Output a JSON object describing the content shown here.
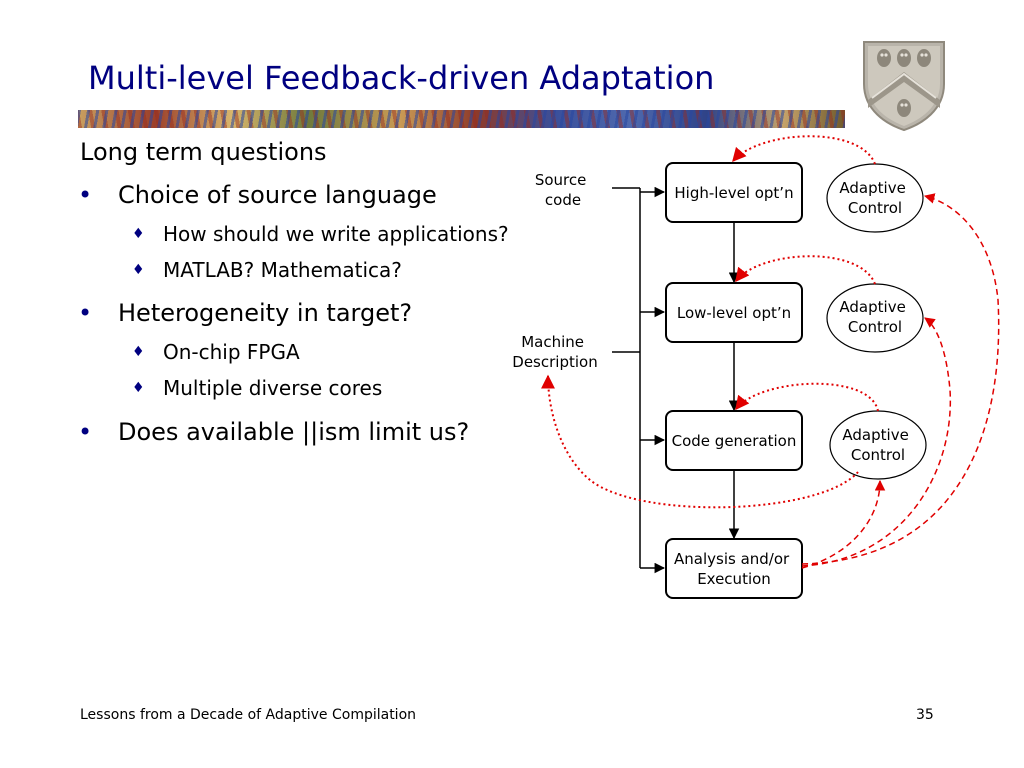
{
  "slide": {
    "title": "Multi-level Feedback-driven Adaptation",
    "heading": "Long term questions",
    "bullets": [
      {
        "text": "Choice of source language",
        "sub": [
          "How should we write applications?",
          "MATLAB?  Mathematica?"
        ]
      },
      {
        "text": "Heterogeneity in target?",
        "sub": [
          "On-chip FPGA",
          "Multiple diverse cores"
        ]
      },
      {
        "text": "Does available ||ism limit us?",
        "sub": []
      }
    ],
    "bullet_glyph": "•",
    "sub_bullet_glyph": "♦"
  },
  "diagram": {
    "inputs": {
      "source": [
        "Source",
        "code"
      ],
      "machine": [
        "Machine",
        "Description"
      ]
    },
    "stages": [
      "High-level opt’n",
      "Low-level opt’n",
      "Code generation",
      [
        "Analysis and/or",
        "Execution"
      ]
    ],
    "controls": [
      [
        "Adaptive",
        "Control"
      ],
      [
        "Adaptive",
        "Control"
      ],
      [
        "Adaptive",
        "Control"
      ]
    ],
    "colors": {
      "feedback": "#e00000",
      "title": "#000080"
    }
  },
  "footer": {
    "left": "Lessons from a Decade of Adaptive Compilation",
    "page": "35"
  },
  "icons": {
    "crest": "university-crest-icon"
  }
}
